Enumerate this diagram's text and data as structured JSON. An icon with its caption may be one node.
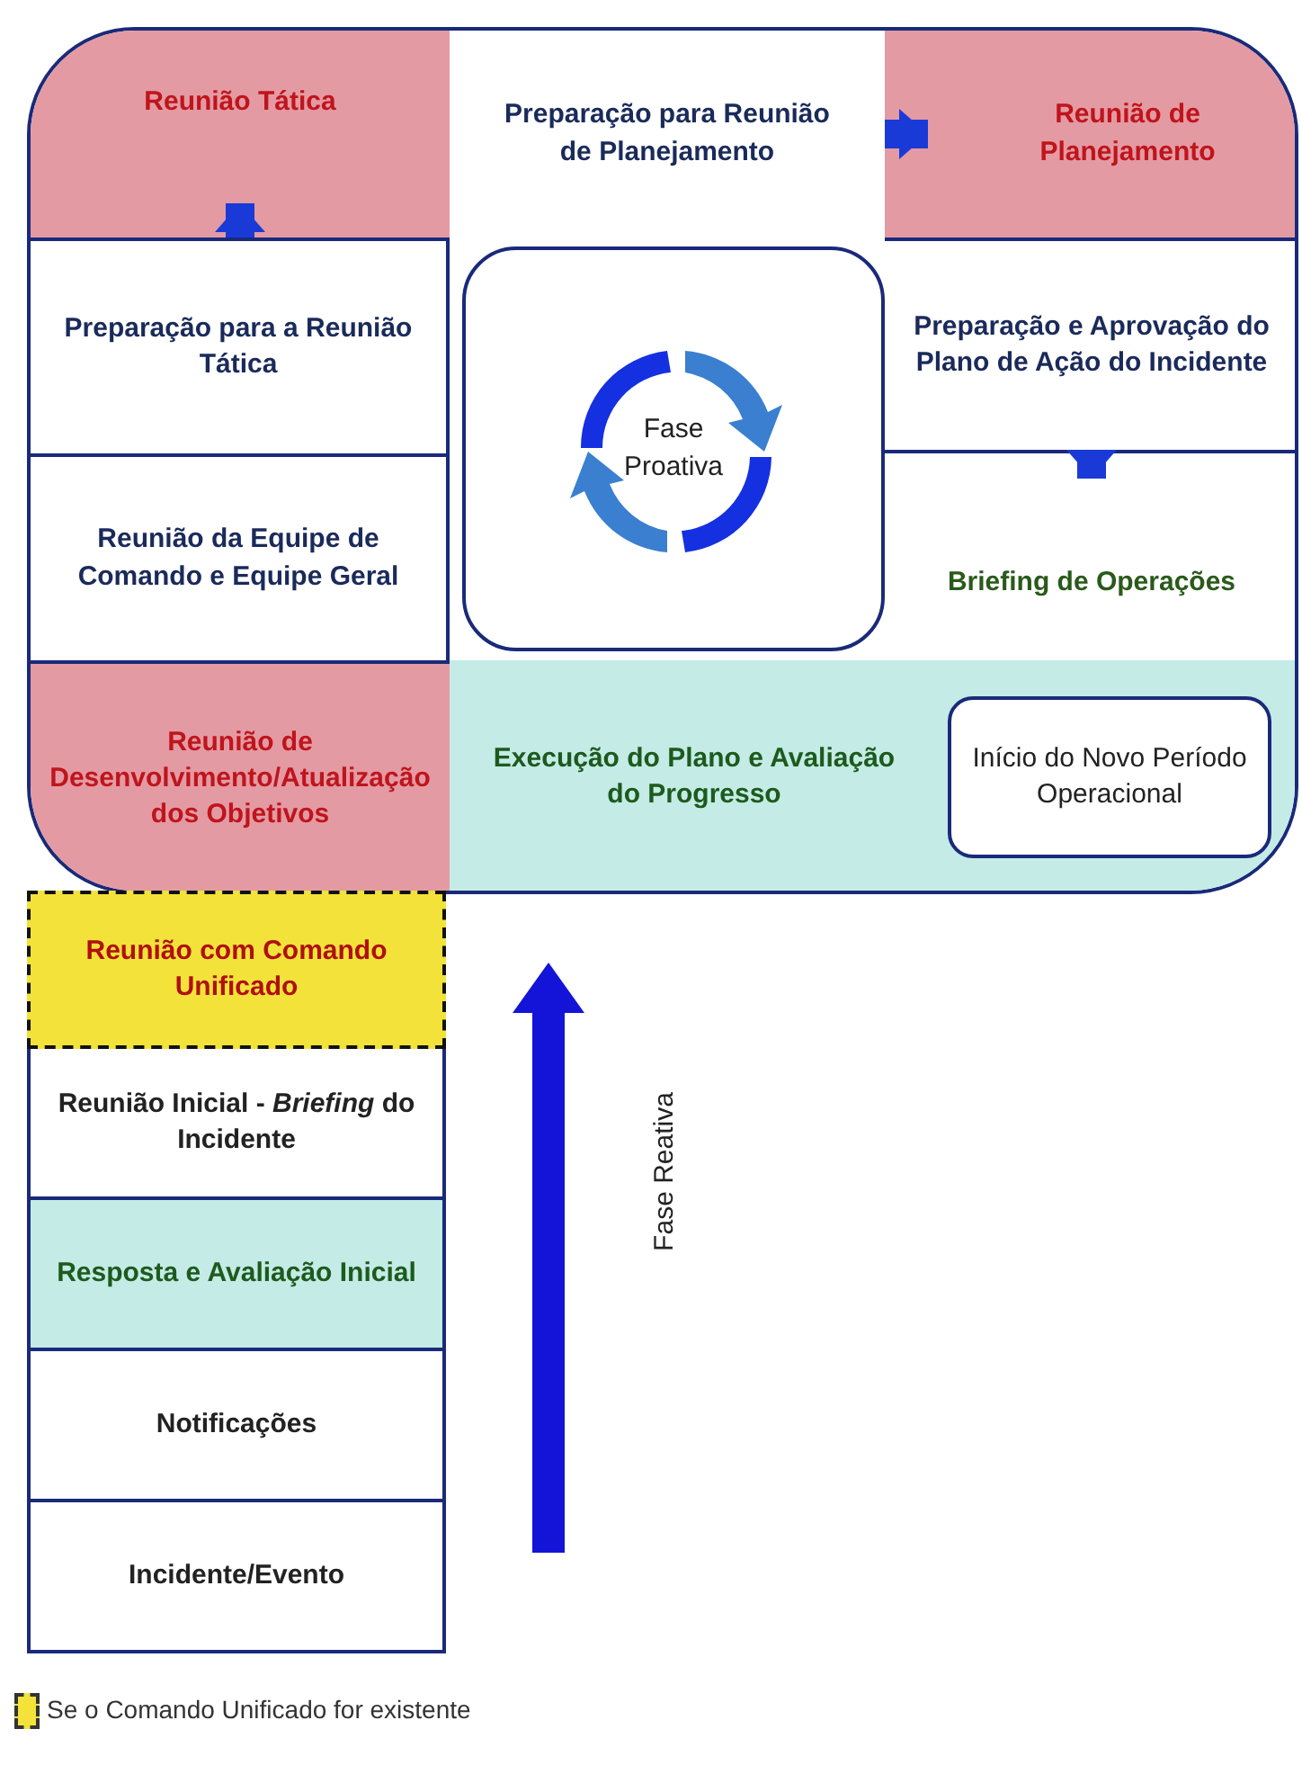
{
  "diagram": {
    "nodes": [
      {
        "text": [
          "Reunião Tática"
        ]
      },
      {
        "text": [
          "Preparação para Reunião de Planejamento"
        ]
      },
      {
        "text": [
          "Reunião de Planejamento"
        ]
      },
      {
        "text": [
          "Preparação para a Reunião Tática"
        ]
      },
      {
        "text": [
          "Fase Proativa"
        ]
      },
      {
        "text": [
          "Preparação e Aprovação do Plano de Ação do Incidente"
        ]
      },
      {
        "text": [
          "Reunião da Equipe de Comando e Equipe Geral"
        ]
      },
      {
        "text": [
          "Briefing de Operações"
        ]
      },
      {
        "text": [
          "Reunião de Desenvolvimento/Atualização dos Objetivos"
        ]
      },
      {
        "text": [
          "Execução do Plano e Avaliação do Progresso"
        ]
      },
      {
        "text": [
          "Início do Novo Período Operacional"
        ],
        "in": 9
      },
      {
        "text": [
          "Reunião com Comando Unificado"
        ]
      },
      {
        "text": [
          "Reunião Inicial - *Briefing* do Incidente"
        ]
      },
      {
        "text": [
          "Resposta e Avaliação Inicial"
        ]
      },
      {
        "text": [
          "Notificações"
        ]
      },
      {
        "text": [
          "Incidente/Evento"
        ]
      }
    ],
    "edges": [
      {
        "from": 3,
        "to": 0,
        "arrow": "to"
      },
      {
        "from": 1,
        "to": 2,
        "arrow": "to"
      },
      {
        "from": 5,
        "to": 7,
        "arrow": "to"
      }
    ],
    "labels": [
      "Fase Reativa"
    ],
    "legend": [
      {
        "text": "Se o Comando Unificado for existente",
        "color": "#f2e23a"
      }
    ]
  }
}
